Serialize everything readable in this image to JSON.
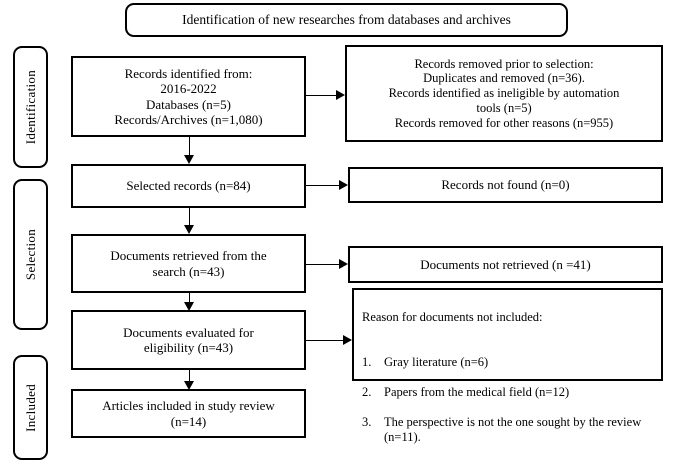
{
  "diagram": {
    "type": "prisma-flow-diagram",
    "title": "Identification of new researches from databases and archives",
    "stages": [
      {
        "id": "identification",
        "label": "Identification"
      },
      {
        "id": "selection",
        "label": "Selection"
      },
      {
        "id": "included",
        "label": "Included"
      }
    ],
    "left_column": [
      {
        "id": "records-identified",
        "text": "Records identified from:\n2016-2022\nDatabases (n=5)\nRecords/Archives (n=1,080)"
      },
      {
        "id": "selected-records",
        "text": "Selected records (n=84)"
      },
      {
        "id": "documents-retrieved",
        "text": "Documents retrieved from the\nsearch (n=43)"
      },
      {
        "id": "documents-evaluated",
        "text": "Documents evaluated for\neligibility  (n=43)"
      },
      {
        "id": "articles-included",
        "text": "Articles  included in study review\n(n=14)"
      }
    ],
    "right_column": [
      {
        "id": "records-removed",
        "text": "Records removed prior to selection:\nDuplicates and removed (n=36).\nRecords identified as ineligible  by automation\ntools (n=5)\nRecords removed for other reasons (n=955)"
      },
      {
        "id": "records-not-found",
        "text": "Records not found (n=0)"
      },
      {
        "id": "documents-not-retrieved",
        "text": "Documents not retrieved (n =41)"
      },
      {
        "id": "reason-not-included",
        "heading": "Reason for documents not included:",
        "items": [
          {
            "num": "1.",
            "text": "Gray literature (n=6)"
          },
          {
            "num": "2.",
            "text": "Papers from the medical field (n=12)"
          },
          {
            "num": "3.",
            "text": "The perspective is not the one sought by the review (n=11)."
          }
        ]
      }
    ],
    "colors": {
      "stroke": "#000000",
      "fill": "#ffffff",
      "text": "#000000"
    }
  }
}
